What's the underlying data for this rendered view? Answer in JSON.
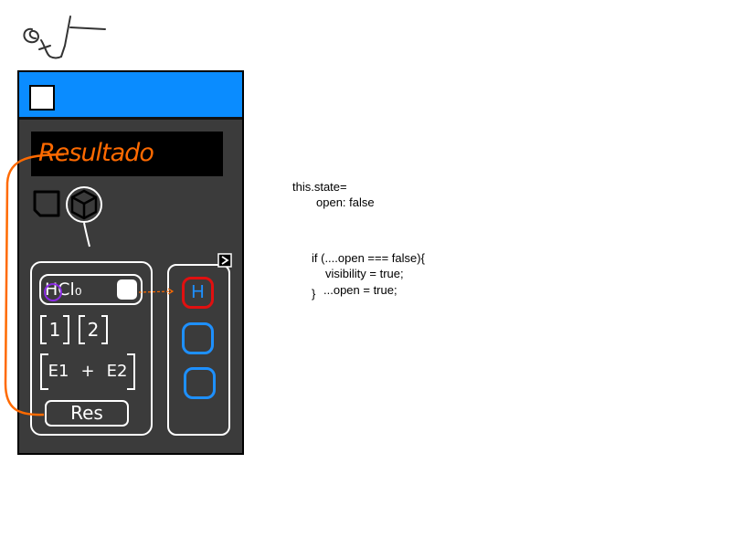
{
  "result": {
    "label": "Resultado",
    "accent": "#ff6a00"
  },
  "toolbar": {
    "icons": [
      "page-icon",
      "cube-icon"
    ]
  },
  "input_panel": {
    "formula": "HCl₀",
    "row1": [
      "1",
      "2"
    ],
    "row2": [
      "E1",
      "+",
      "E2"
    ],
    "res_button": "Res"
  },
  "slots_panel": {
    "slots": [
      {
        "label": "H",
        "state": "active"
      },
      {
        "label": "",
        "state": "empty"
      },
      {
        "label": "",
        "state": "empty"
      }
    ]
  },
  "notes": {
    "state_line1": "this.state=",
    "state_line2": "open: false",
    "if_line1": "if (....open === false){",
    "if_line2": "visibility = true;",
    "if_line3": "}",
    "if_line4": "...open = true;"
  },
  "colors": {
    "titlebar": "#0a8cff",
    "frame": "#3b3b3b",
    "slot_border": "#1e90ff",
    "slot_active_border": "#e01010",
    "formula_circle": "#8a2be2"
  }
}
